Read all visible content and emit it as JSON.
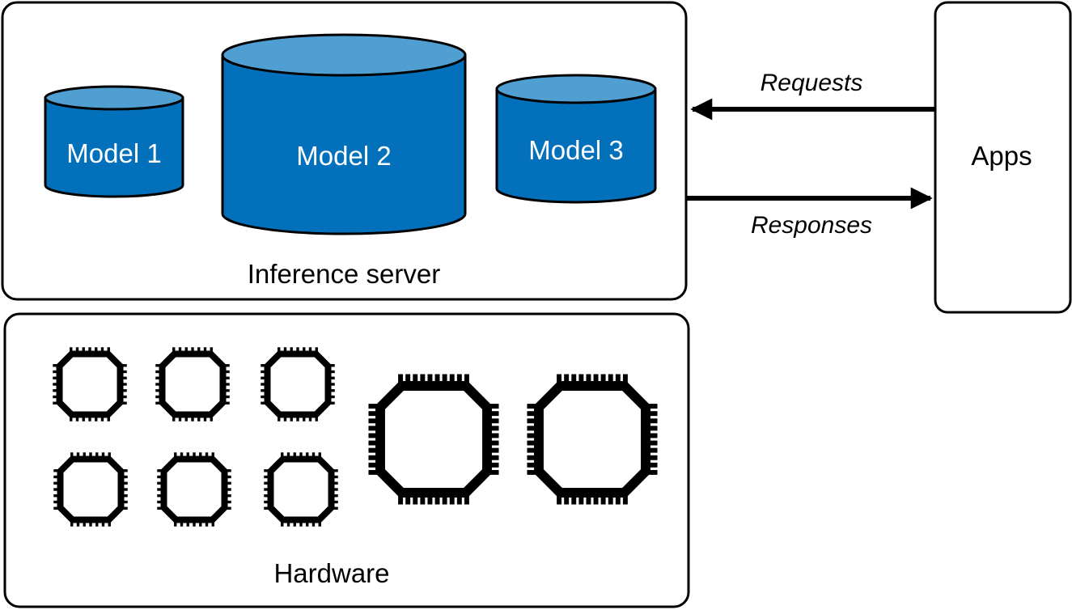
{
  "inference_server": {
    "label": "Inference server",
    "models": [
      {
        "label": "Model 1"
      },
      {
        "label": "Model 2"
      },
      {
        "label": "Model 3"
      }
    ]
  },
  "hardware": {
    "label": "Hardware",
    "chips": [
      {
        "name": "small-chip-1"
      },
      {
        "name": "small-chip-2"
      },
      {
        "name": "small-chip-3"
      },
      {
        "name": "small-chip-4"
      },
      {
        "name": "small-chip-5"
      },
      {
        "name": "small-chip-6"
      },
      {
        "name": "large-chip-1"
      },
      {
        "name": "large-chip-2"
      }
    ]
  },
  "apps": {
    "label": "Apps"
  },
  "arrows": {
    "requests_label": "Requests",
    "responses_label": "Responses"
  },
  "colors": {
    "cylinder_body": "#0270bb",
    "cylinder_top": "#4f9fd3",
    "outline": "#000000"
  },
  "icons": {
    "chip": "cpu-chip-icon",
    "cylinder": "database-cylinder-icon",
    "arrow": "arrow-icon"
  }
}
